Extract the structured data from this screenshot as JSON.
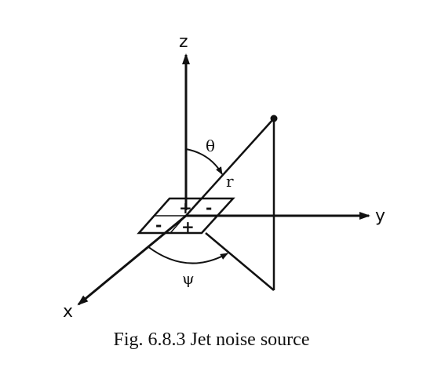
{
  "diagram": {
    "axes": {
      "z": "z",
      "y": "y",
      "x": "x"
    },
    "symbols": {
      "theta": "θ",
      "r": "r",
      "psi": "ψ"
    },
    "quadrant_signs": [
      "+",
      "-",
      "-",
      "+"
    ]
  },
  "caption": "Fig. 6.8.3  Jet noise source"
}
